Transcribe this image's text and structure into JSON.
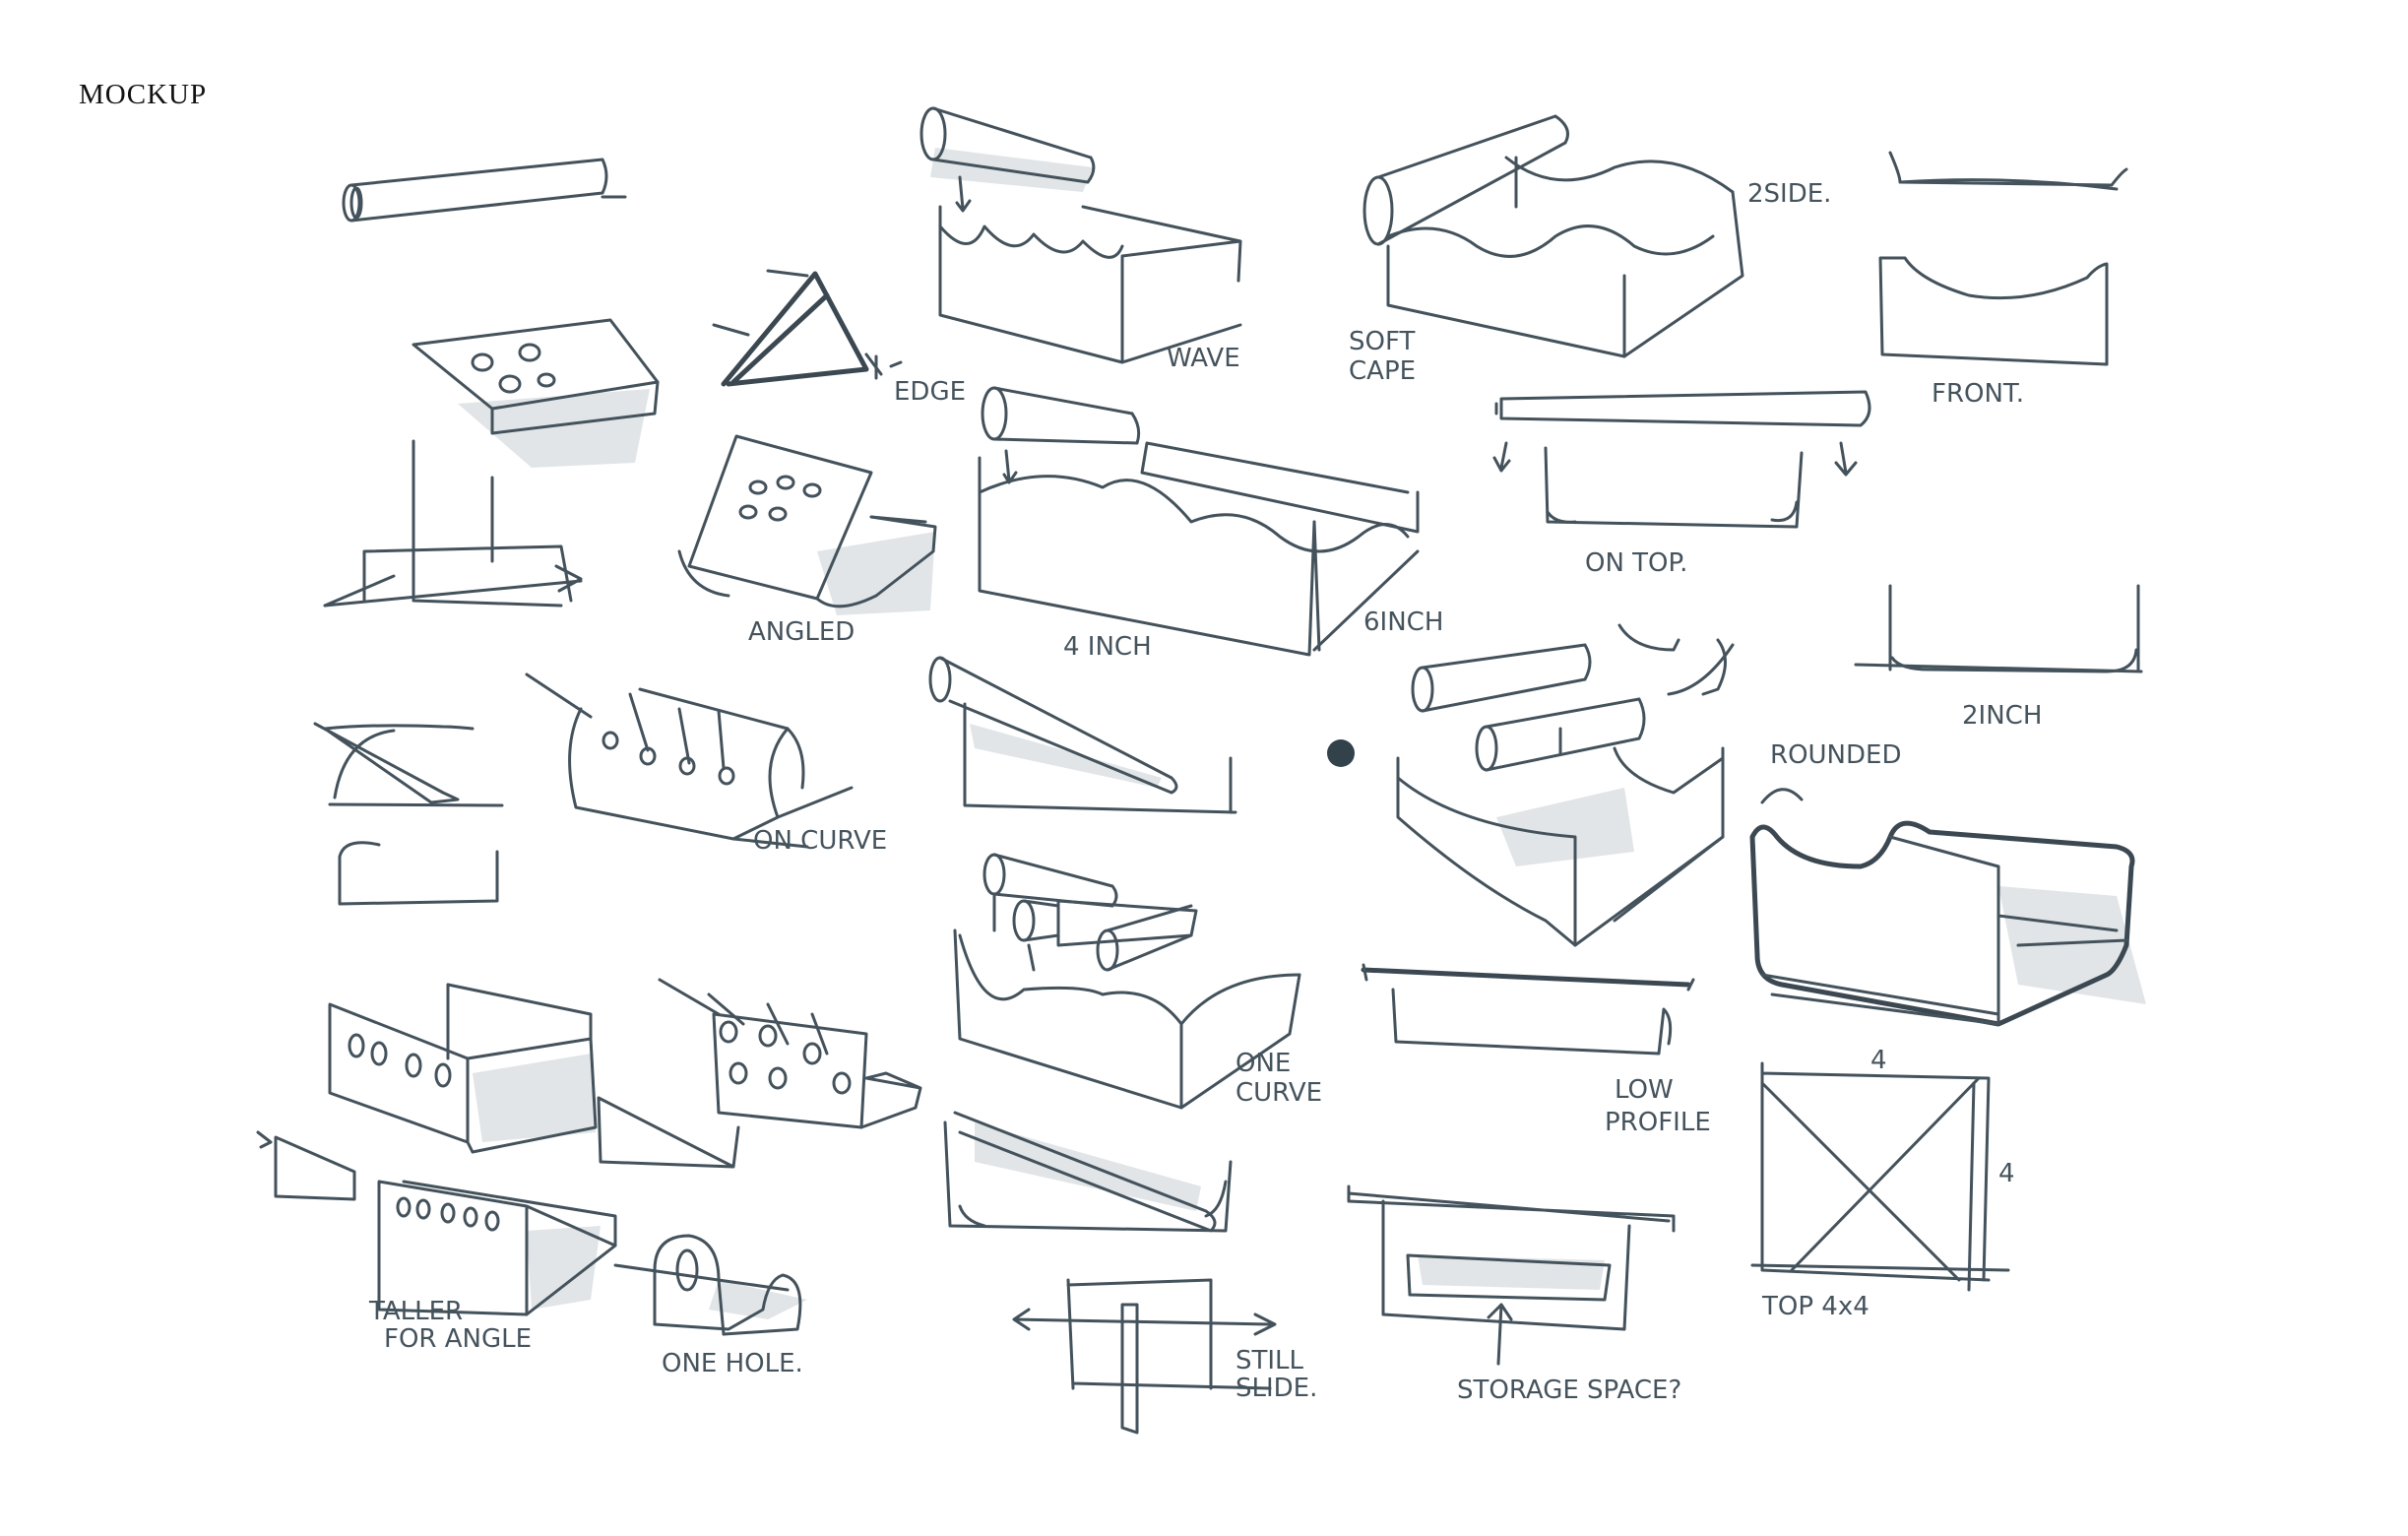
{
  "page_title": "MOCKUP",
  "labels": {
    "edge": "EDGE",
    "wave": "WAVE",
    "two_side": "2SIDE.",
    "front": "FRONT.",
    "soft": "SOFT",
    "cape": "CAPE",
    "angled": "ANGLED",
    "four_inch": "4 INCH",
    "six_inch": "6INCH",
    "on_top": "ON TOP.",
    "two_inch": "2INCH",
    "rounded": "ROUNDED",
    "on_curve": "ON CURVE",
    "one_curve_1": "ONE",
    "one_curve_2": "CURVE",
    "low_profile_1": "LOW",
    "low_profile_2": "PROFILE",
    "dim_top": "4",
    "dim_side": "4",
    "top_4x4": "TOP 4x4",
    "taller_1": "TALLER",
    "taller_2": "FOR ANGLE",
    "one_hole": "ONE HOLE.",
    "still_slide_1": "STILL",
    "still_slide_2": "SLIDE.",
    "storage_space": "STORAGE SPACE?"
  }
}
